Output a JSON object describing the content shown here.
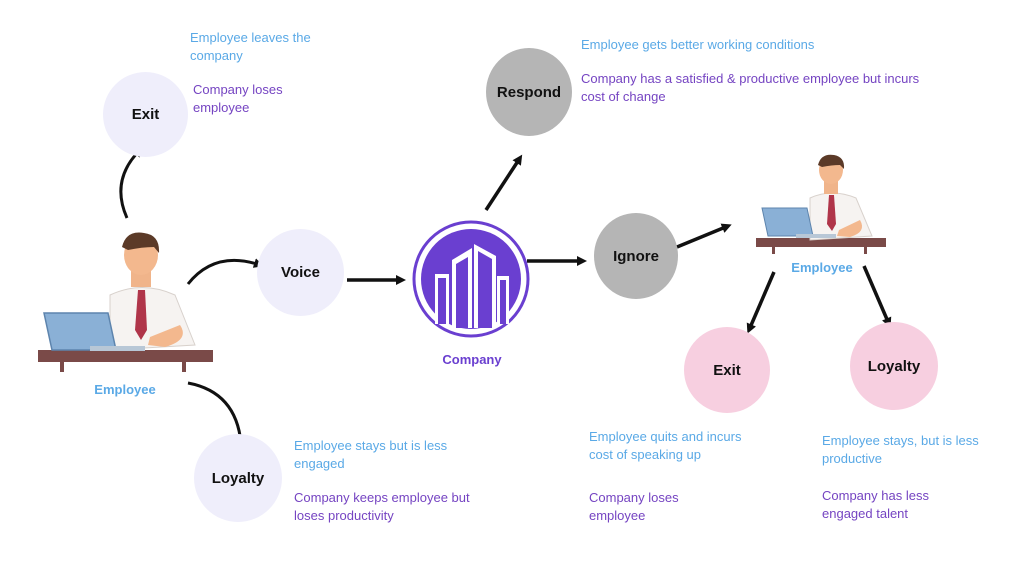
{
  "colors": {
    "lavender": "#efeefb",
    "gray": "#b5b5b5",
    "pink": "#f7cfe0",
    "blue_text": "#5aa9e6",
    "purple_text": "#7544c2",
    "company_purple": "#6a3fd0"
  },
  "icons": [
    "employee-laptop-icon",
    "company-building-icon"
  ],
  "left_employee": {
    "label": "Employee"
  },
  "company": {
    "label": "Company"
  },
  "right_employee": {
    "label": "Employee"
  },
  "nodes": {
    "exit_left": "Exit",
    "voice": "Voice",
    "loyalty_left": "Loyalty",
    "respond": "Respond",
    "ignore": "Ignore",
    "exit_right": "Exit",
    "loyalty_right": "Loyalty"
  },
  "notes": {
    "exit_left": {
      "employee": "Employee leaves the company",
      "company": "Company loses employee"
    },
    "loyalty_left": {
      "employee": "Employee stays but is less engaged",
      "company": "Company keeps employee but loses productivity"
    },
    "respond": {
      "employee": "Employee gets better working conditions",
      "company": "Company has a satisfied & productive employee but incurs cost of change"
    },
    "exit_right": {
      "employee": "Employee quits and incurs cost of speaking up",
      "company": "Company loses employee"
    },
    "loyalty_right": {
      "employee": "Employee stays, but is less productive",
      "company": "Company has less engaged talent"
    }
  }
}
